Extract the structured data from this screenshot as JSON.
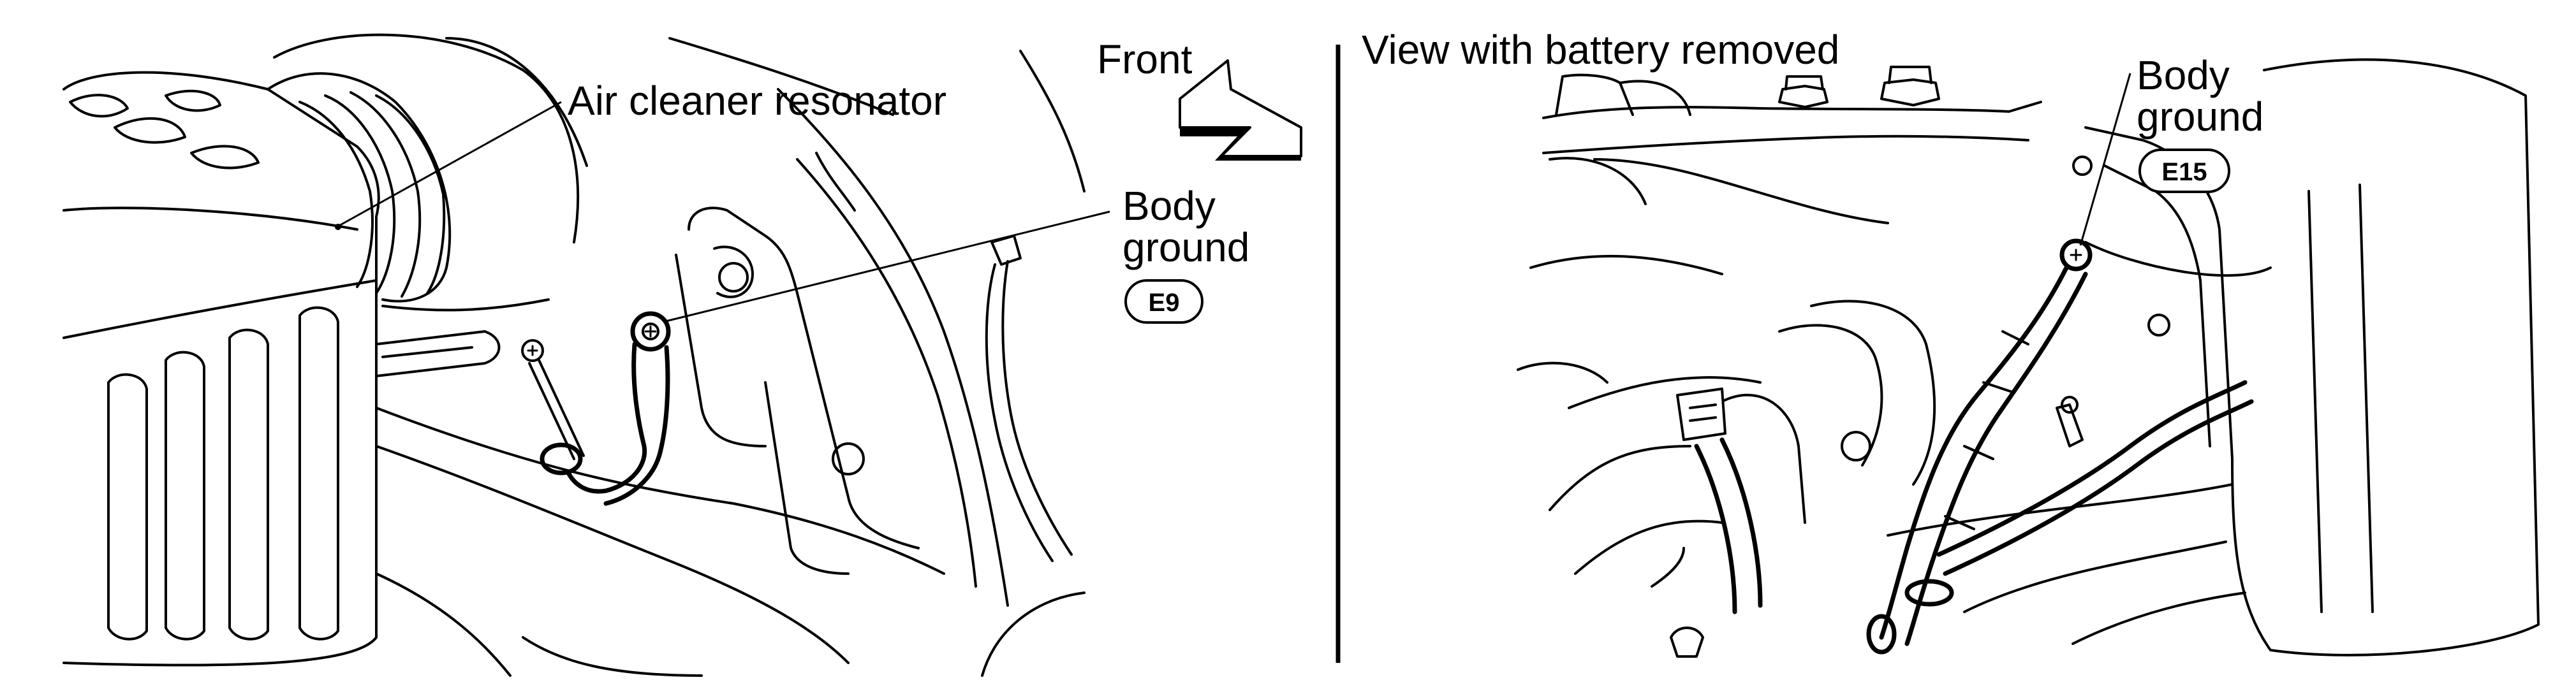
{
  "left_panel": {
    "direction_label": "Front",
    "resonator_label": "Air cleaner resonator",
    "ground_label_line1": "Body",
    "ground_label_line2": "ground",
    "connector_code": "E9"
  },
  "right_panel": {
    "view_caption": "View with battery removed",
    "ground_label_line1": "Body",
    "ground_label_line2": "ground",
    "connector_code": "E15"
  }
}
